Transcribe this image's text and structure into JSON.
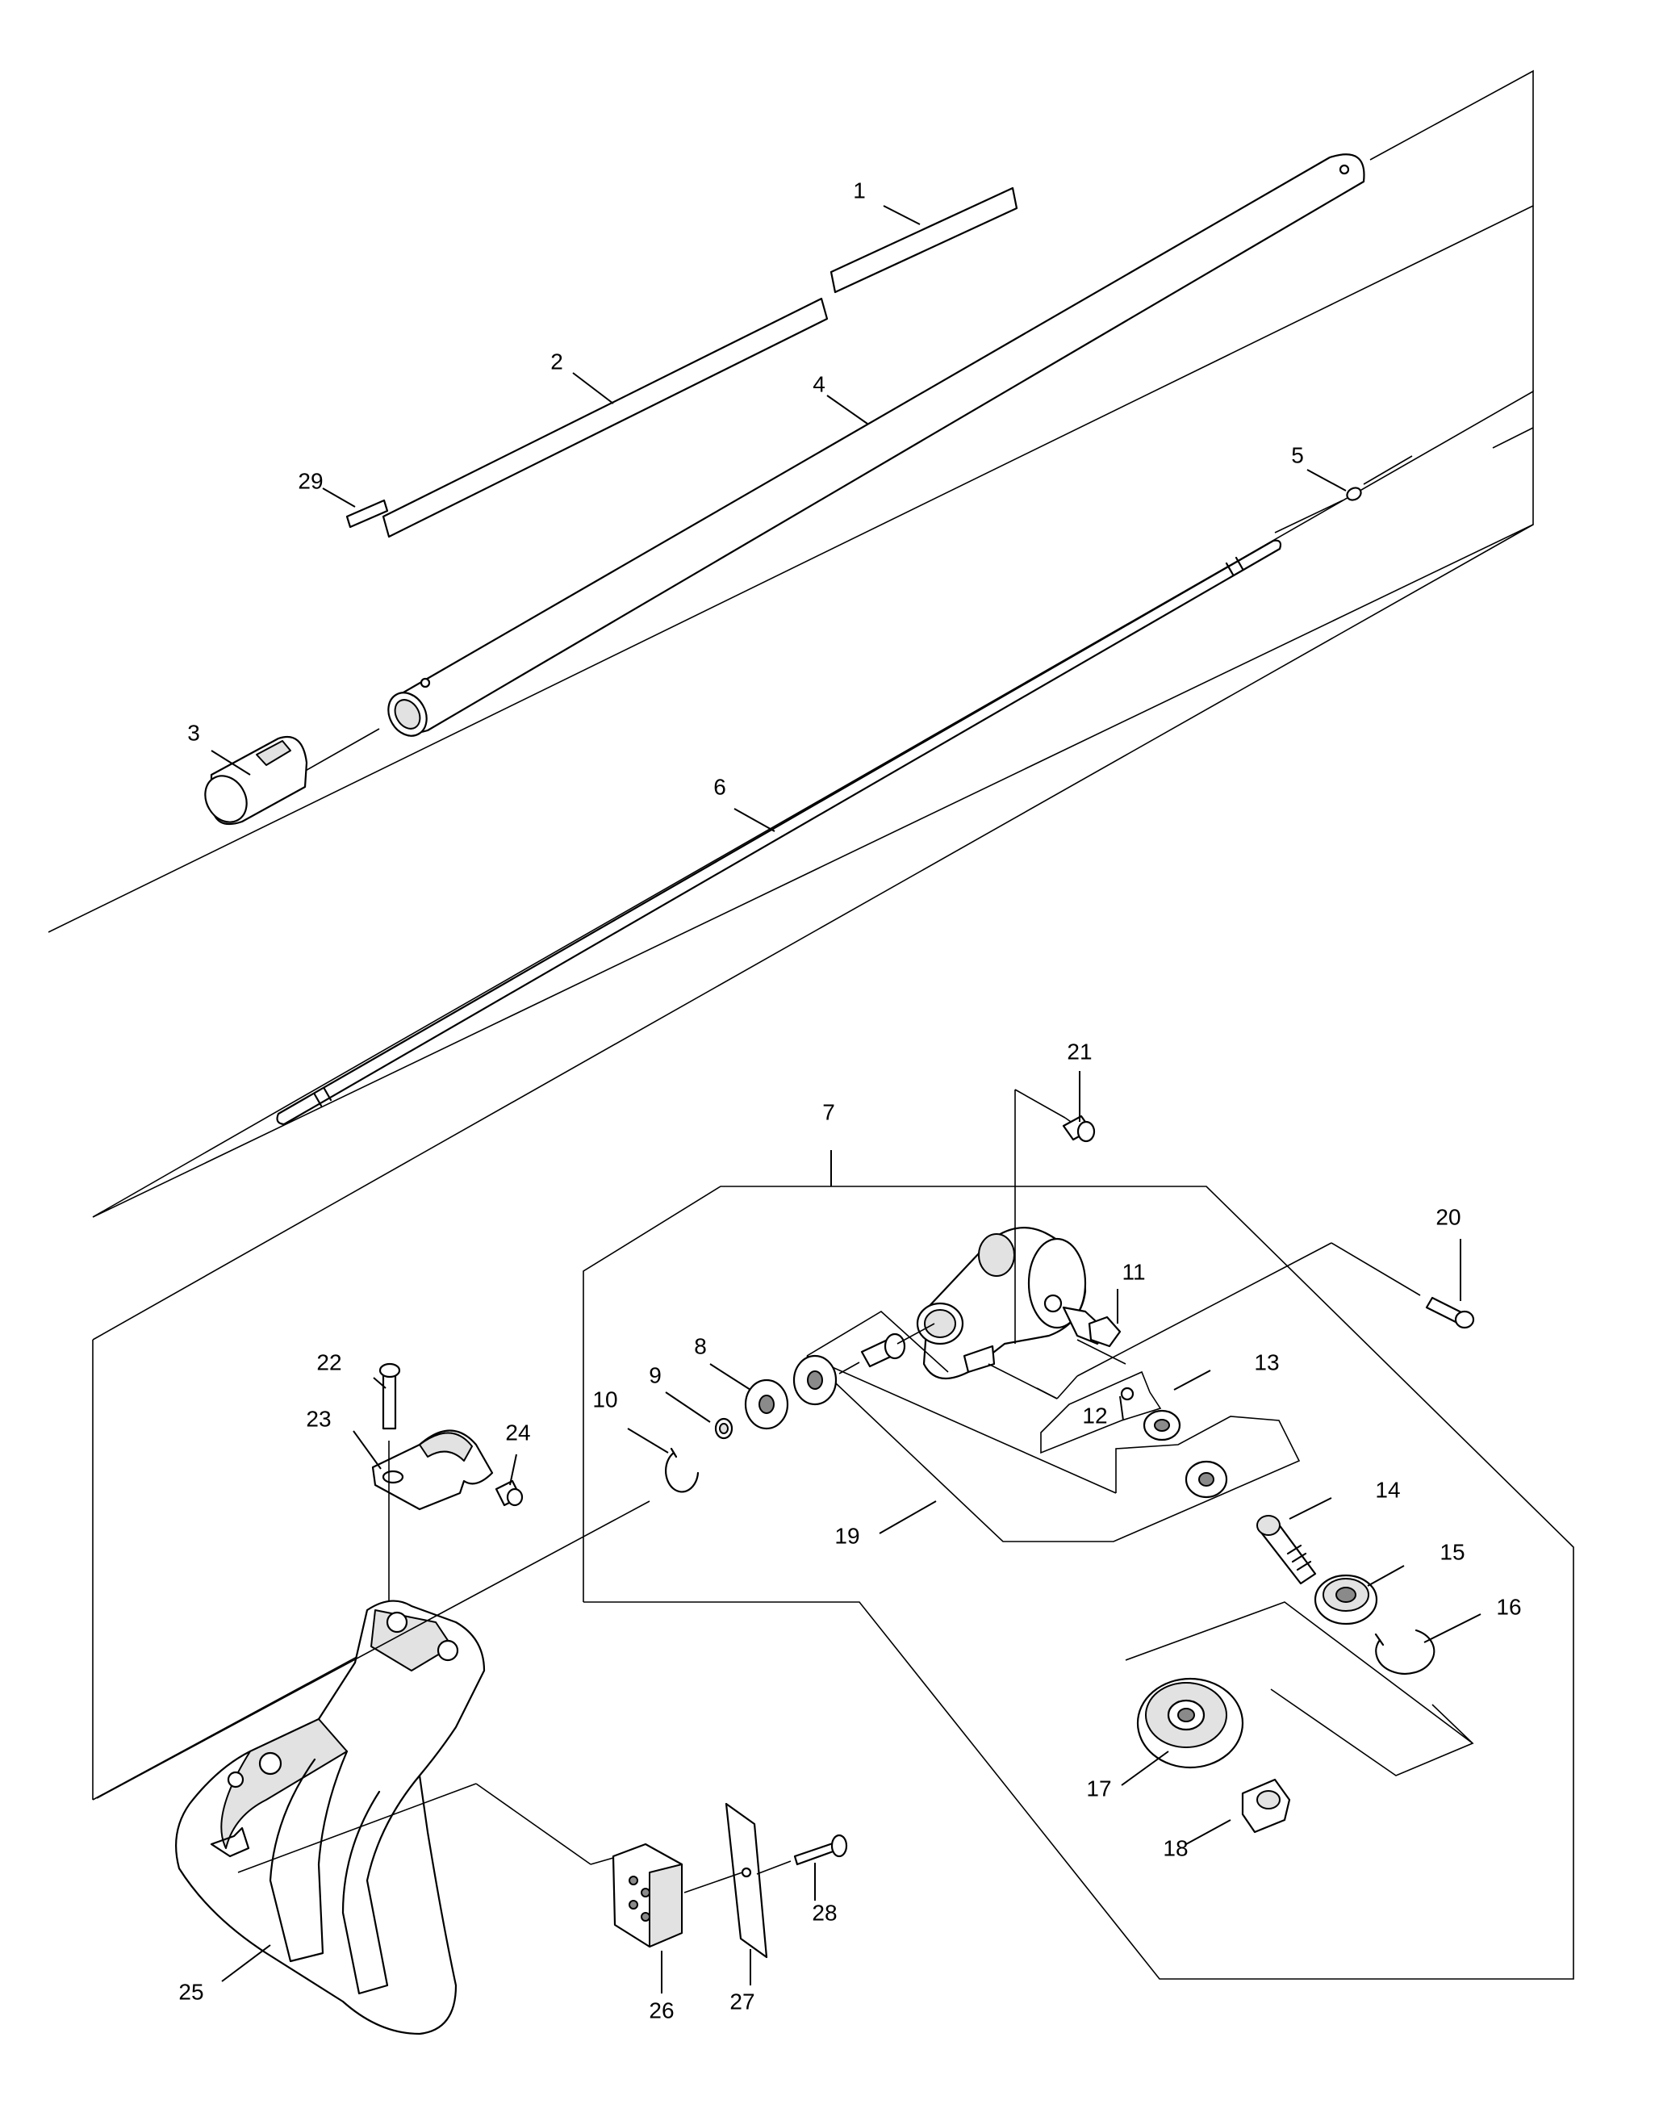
{
  "labels": [
    {
      "id": "1",
      "text": "1"
    },
    {
      "id": "2",
      "text": "2"
    },
    {
      "id": "3",
      "text": "3"
    },
    {
      "id": "4",
      "text": "4"
    },
    {
      "id": "5",
      "text": "5"
    },
    {
      "id": "6",
      "text": "6"
    },
    {
      "id": "7",
      "text": "7"
    },
    {
      "id": "8",
      "text": "8"
    },
    {
      "id": "9",
      "text": "9"
    },
    {
      "id": "10",
      "text": "10"
    },
    {
      "id": "11",
      "text": "11"
    },
    {
      "id": "12",
      "text": "12"
    },
    {
      "id": "13",
      "text": "13"
    },
    {
      "id": "14",
      "text": "14"
    },
    {
      "id": "15",
      "text": "15"
    },
    {
      "id": "16",
      "text": "16"
    },
    {
      "id": "17",
      "text": "17"
    },
    {
      "id": "18",
      "text": "18"
    },
    {
      "id": "19",
      "text": "19"
    },
    {
      "id": "20",
      "text": "20"
    },
    {
      "id": "21",
      "text": "21"
    },
    {
      "id": "22",
      "text": "22"
    },
    {
      "id": "23",
      "text": "23"
    },
    {
      "id": "24",
      "text": "24"
    },
    {
      "id": "25",
      "text": "25"
    },
    {
      "id": "26",
      "text": "26"
    },
    {
      "id": "27",
      "text": "27"
    },
    {
      "id": "28",
      "text": "28"
    },
    {
      "id": "29",
      "text": "29"
    }
  ]
}
